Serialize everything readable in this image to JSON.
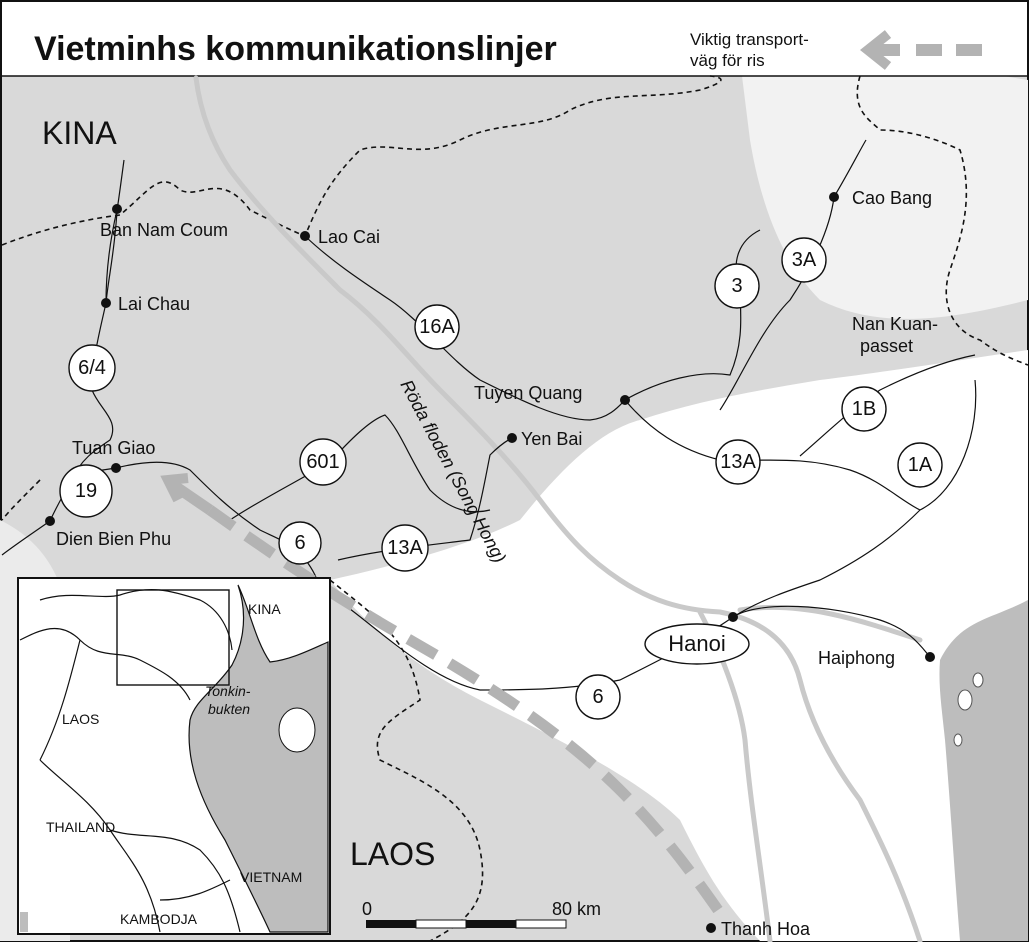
{
  "title": "Vietminhs kommunikationslinjer",
  "legend": {
    "lines": [
      "Viktig transport-",
      "väg för ris"
    ],
    "arrow_color": "#b3b3b3"
  },
  "colors": {
    "terrain": "#d9d9d9",
    "lowland": "#ffffff",
    "river": "#c9c9c9",
    "sea": "#bdbdbd",
    "rice_route": "#b3b3b3"
  },
  "countries": {
    "china": "KINA",
    "laos": "LAOS"
  },
  "cities": {
    "ban_nam_coum": "Ban Nam Coum",
    "lao_cai": "Lao Cai",
    "lai_chau": "Lai Chau",
    "cao_bang": "Cao Bang",
    "tuan_giao": "Tuan Giao",
    "dien_bien_phu": "Dien Bien Phu",
    "tuyen_quang": "Tuyen Quang",
    "yen_bai": "Yen Bai",
    "hanoi": "Hanoi",
    "haiphong": "Haiphong",
    "thanh_hoa": "Thanh Hoa"
  },
  "pass_label": [
    "Nan Kuan-",
    "passet"
  ],
  "river_label": "Röda floden (Song Hong)",
  "roads": [
    "16A",
    "3",
    "3A",
    "6/4",
    "1B",
    "601",
    "13A",
    "1A",
    "19",
    "6",
    "13A",
    "6"
  ],
  "scale": {
    "start": "0",
    "end": "80 km"
  },
  "inset": {
    "china": "KINA",
    "laos": "LAOS",
    "gulf": [
      "Tonkin-",
      "bukten"
    ],
    "thailand": "THAILAND",
    "vietnam": "VIETNAM",
    "cambodia": "KAMBODJA"
  }
}
